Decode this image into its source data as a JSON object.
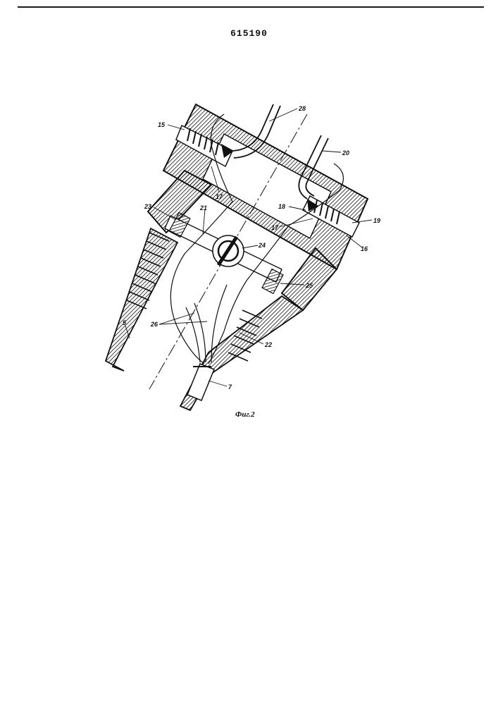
{
  "header": {
    "patent_number": "615190"
  },
  "figure": {
    "caption": "Фиг.2",
    "labels": [
      {
        "id": "15",
        "text": "15"
      },
      {
        "id": "28",
        "text": "28"
      },
      {
        "id": "20",
        "text": "20"
      },
      {
        "id": "17a",
        "text": "17"
      },
      {
        "id": "18",
        "text": "18"
      },
      {
        "id": "19",
        "text": "19"
      },
      {
        "id": "17b",
        "text": "17"
      },
      {
        "id": "16",
        "text": "16"
      },
      {
        "id": "23",
        "text": "23"
      },
      {
        "id": "21",
        "text": "21"
      },
      {
        "id": "24",
        "text": "24"
      },
      {
        "id": "25",
        "text": "25"
      },
      {
        "id": "5",
        "text": "5"
      },
      {
        "id": "26",
        "text": "26"
      },
      {
        "id": "22",
        "text": "22"
      },
      {
        "id": "7",
        "text": "7"
      }
    ]
  }
}
